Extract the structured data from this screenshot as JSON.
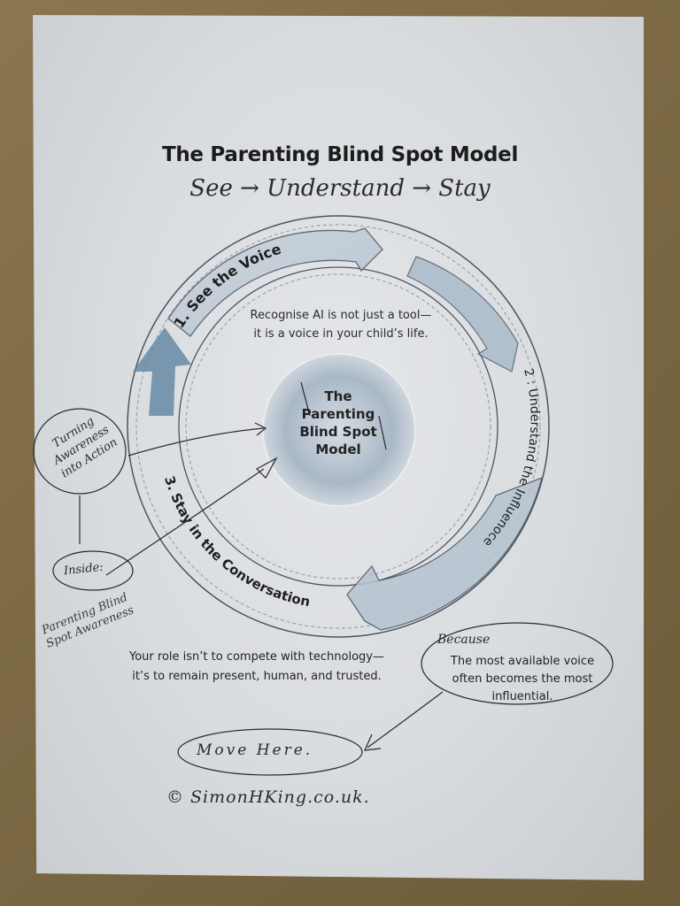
{
  "document": {
    "title": "The Parenting Blind Spot Model",
    "handwritten_subtitle": "See → Understand → Stay",
    "center_label": [
      "The",
      "Parenting",
      "Blind Spot",
      "Model"
    ],
    "stages": [
      {
        "label": "1. See the Voice"
      },
      {
        "label": "2 : Understand the Influenoce"
      },
      {
        "label": "3. Stay in the Conversation"
      }
    ],
    "inner_caption": [
      "Recognise AI is not just a tool—",
      "it is a voice in your child’s life."
    ],
    "bottom_caption": [
      "Your role isn’t to compete with technology—",
      "it’s to remain present, human, and trusted."
    ],
    "bubble_caption": [
      "The most available voice",
      "often becomes the most",
      "influential."
    ]
  },
  "annotations": {
    "because": "Because",
    "turning": "Turning Awareness into Action",
    "inside": "Inside:",
    "scribble": "Parenting Blind Spot Awareness",
    "move_here": "Move Here.",
    "copyright": "© SimonHKing.co.uk."
  },
  "colors": {
    "ring_blue": "#5f84a3",
    "ink": "#2a2a2e",
    "paper": "#dcdfe2",
    "table": "#7d6a45"
  }
}
